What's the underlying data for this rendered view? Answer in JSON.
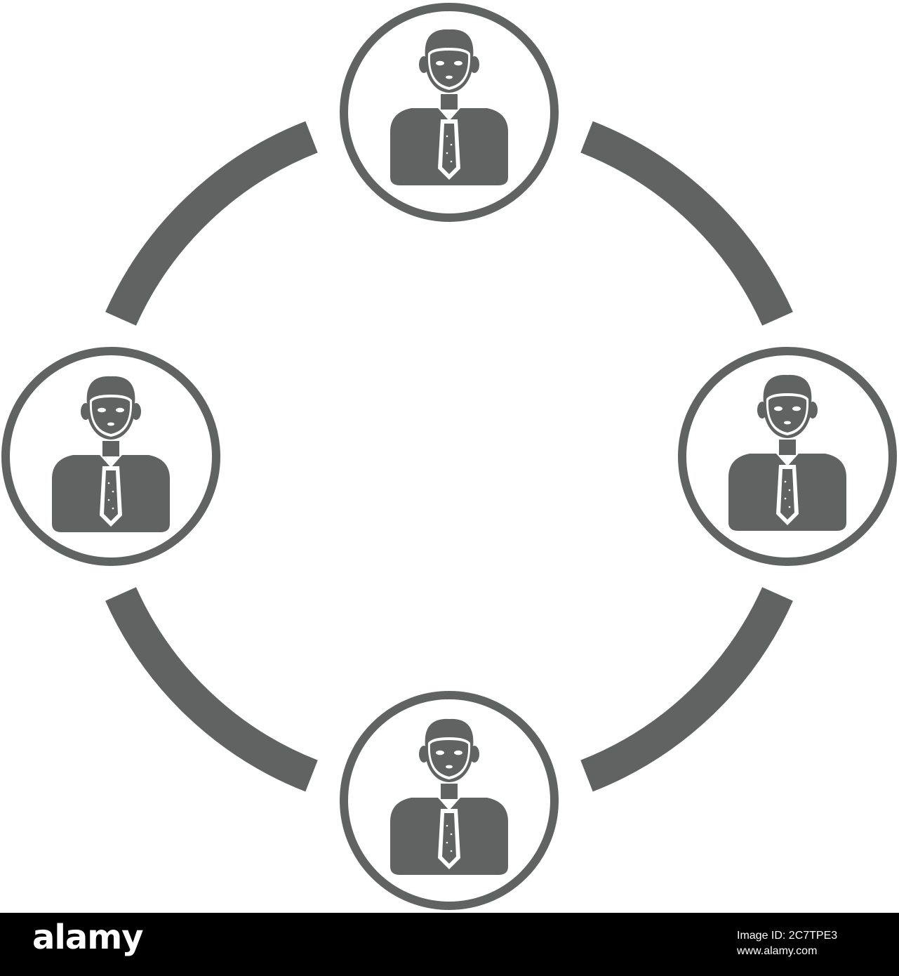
{
  "colors": {
    "icon": "#616363",
    "background": "#ffffff",
    "footer_background": "#000000",
    "footer_text": "#ffffff"
  },
  "diagram": {
    "nodes": [
      {
        "name": "person-node-top",
        "icon": "businessman-icon"
      },
      {
        "name": "person-node-left",
        "icon": "businessman-icon"
      },
      {
        "name": "person-node-right",
        "icon": "businessman-icon"
      },
      {
        "name": "person-node-bottom",
        "icon": "businessman-icon"
      }
    ],
    "connector": "ring-arcs"
  },
  "footer": {
    "logo": "alamy",
    "image_id": "Image ID: 2C7TPE3",
    "url": "www.alamy.com"
  }
}
